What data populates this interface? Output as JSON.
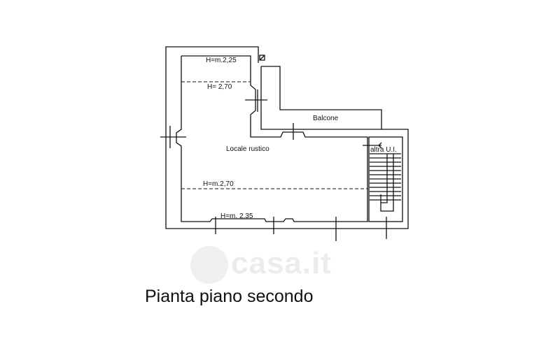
{
  "plan": {
    "room_label": "Locale rustico",
    "balcony_label": "Balcone",
    "stair_label": "altra U.I.",
    "heights": [
      "H=m.2,25",
      "H= 2,70",
      "H=m.2,70",
      "H=m. 2,35"
    ]
  },
  "caption": "Pianta piano secondo",
  "watermark": "casa.it"
}
